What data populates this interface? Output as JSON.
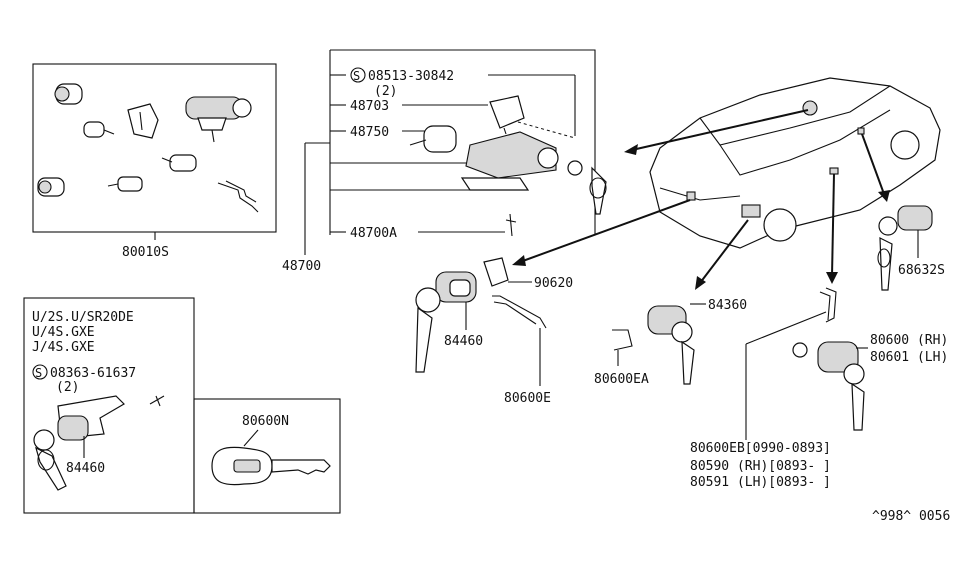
{
  "box_kit": {
    "part_no": "80010S"
  },
  "ignition": {
    "part_no": "48700",
    "screw_symbol": "S",
    "screw_part": "08513-30842",
    "screw_qty": "(2)",
    "bracket": "48703",
    "cylinder": "48750",
    "bolt": "48700A"
  },
  "variant_box": {
    "line1": "U/2S.U/SR20DE",
    "line2": "U/4S.GXE",
    "line3": "J/4S.GXE",
    "screw_symbol": "S",
    "screw_part": "08363-61637",
    "screw_qty": "(2)",
    "lock_part": "84460"
  },
  "key_box": {
    "part_no": "80600N"
  },
  "trunk": {
    "retainer": "90620",
    "lock": "84460",
    "rod": "80600E"
  },
  "fuel_lid": {
    "lock": "84360",
    "clip": "80600EA"
  },
  "glove": {
    "lock": "68632S"
  },
  "door": {
    "rh": "80600 (RH)",
    "lh": "80601 (LH)",
    "eb": "80600EB[0990-0893]",
    "rh2": "80590 (RH)[0893-    ]",
    "lh2": "80591 (LH)[0893-    ]"
  },
  "footer": {
    "code": "^998^ 0056"
  }
}
